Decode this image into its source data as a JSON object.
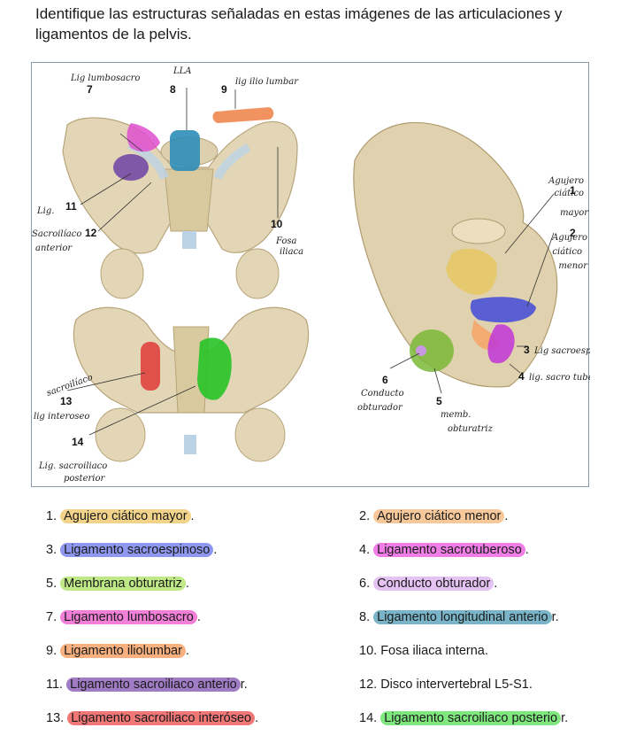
{
  "heading": "Identifique las estructuras señaladas en estas imágenes de las articulaciones y ligamentos de la pelvis.",
  "figure": {
    "numbers": [
      "7",
      "8",
      "9",
      "11",
      "12",
      "10",
      "1",
      "2",
      "3",
      "4",
      "6",
      "5",
      "13",
      "14"
    ],
    "handwritten": {
      "n7": "Lig lumbosacro",
      "n8": "LLA",
      "n9": "lig ilio lumbar",
      "n12a": "Lig.",
      "n12b": "Sacroilíaco",
      "n12c": "anterior",
      "n10a": "Fosa",
      "n10b": "iliaca",
      "n1a": "Agujero",
      "n1b": "ciático",
      "n1c": "mayor",
      "n2a": "Agujero",
      "n2b": "ciático",
      "n2c": "menor",
      "n3": "Lig sacroespino",
      "n4": "lig. sacro tuberoso",
      "n6a": "Conducto",
      "n6b": "obturador",
      "n5a": "memb.",
      "n5b": "obturatriz",
      "n13a": "sacroilíaco",
      "n13b": "lig interoseo",
      "n14a": "Lig. sacroiliaco",
      "n14b": "posterior"
    }
  },
  "answers": [
    {
      "num": "1.",
      "text": "Agujero ciático mayor",
      "tail": ".",
      "color": "#f2d38a"
    },
    {
      "num": "2.",
      "text": "Agujero ciático menor",
      "tail": ".",
      "color": "#f7c99a"
    },
    {
      "num": "3.",
      "text": "Ligamento sacroespinoso",
      "tail": ".",
      "color": "#8f98f0"
    },
    {
      "num": "4.",
      "text": "Ligamento sacrotuberoso",
      "tail": ".",
      "color": "#f07ee6"
    },
    {
      "num": "5.",
      "text": "Membrana obturatriz",
      "tail": ".",
      "color": "#bfe887"
    },
    {
      "num": "6.",
      "text": "Conducto obturador",
      "tail": ".",
      "color": "#e4c2f2"
    },
    {
      "num": "7.",
      "text": "Ligamento lumbosacro",
      "tail": ".",
      "color": "#f27fd8"
    },
    {
      "num": "8.",
      "text": "Ligamento longitudinal anterio",
      "tail": "r.",
      "color": "#79b4c8"
    },
    {
      "num": "9.",
      "text": "Ligamento iliolumbar",
      "tail": ".",
      "color": "#f7b07e"
    },
    {
      "num": "10.",
      "text": "",
      "tail": "Fosa iliaca interna.",
      "color": ""
    },
    {
      "num": "11.",
      "text": "Ligamento sacroiliaco anterio",
      "tail": "r.",
      "color": "#a07cc4"
    },
    {
      "num": "12.",
      "text": "",
      "tail": "Disco intervertebral L5-S1.",
      "color": ""
    },
    {
      "num": "13.",
      "text": "Ligamento sacroiliaco interóseo",
      "tail": ".",
      "color": "#f27878"
    },
    {
      "num": "14.",
      "text": "Ligamento sacroiliaco posterio",
      "tail": "r.",
      "color": "#7ee87e"
    }
  ]
}
